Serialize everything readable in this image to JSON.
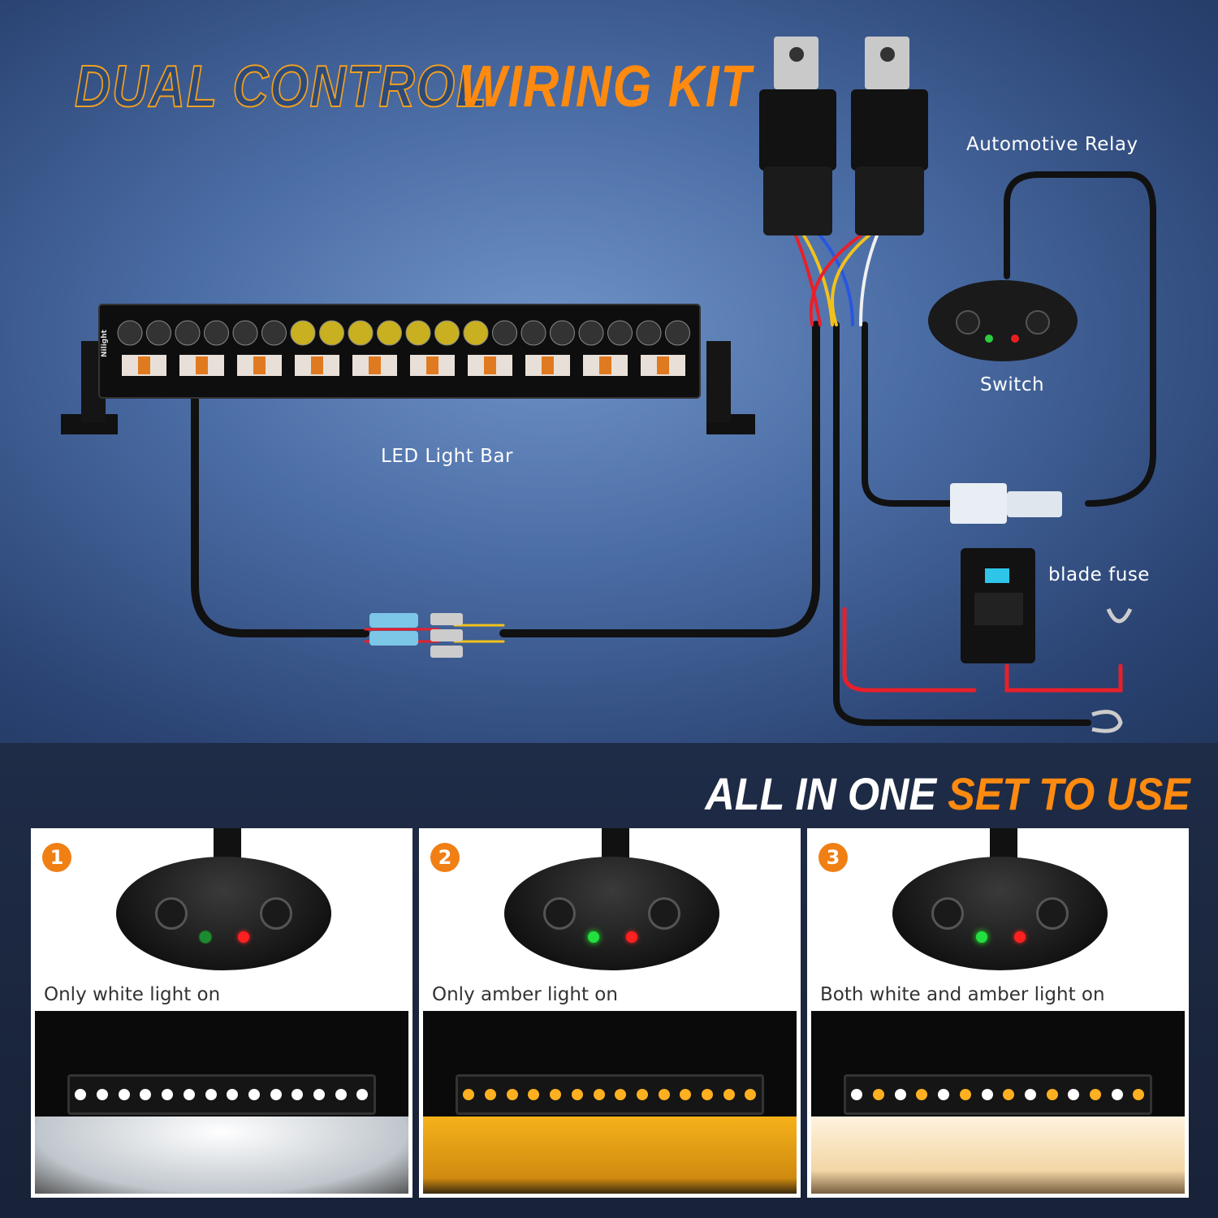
{
  "header": {
    "title_outline": "DUAL CONTROL",
    "title_fill": "WIRING KIT"
  },
  "diagram": {
    "labels": {
      "relay": "Automotive Relay",
      "switch": "Switch",
      "light_bar": "LED Light Bar",
      "fuse": "blade fuse"
    },
    "brand_logo": "Nilight",
    "wire_colors": {
      "red": "#e8202a",
      "yellow": "#f2c21a",
      "blue": "#2a55e0",
      "white": "#f0f0f0",
      "black": "#111111"
    }
  },
  "subtitle": {
    "white": "ALL IN ONE",
    "orange": "SET TO USE"
  },
  "modes": [
    {
      "number": "1",
      "caption": "Only white light on",
      "green_led": "dim",
      "beam_color": "#ffffff"
    },
    {
      "number": "2",
      "caption": "Only amber light on",
      "green_led": "on",
      "beam_color": "#f5b21a"
    },
    {
      "number": "3",
      "caption": "Both white and amber light on",
      "green_led": "on",
      "beam_color": "#f8e3b8"
    }
  ],
  "colors": {
    "accent": "#ff8a10",
    "background_top": "#4a6ca4",
    "background_bottom": "#1c2a45"
  }
}
